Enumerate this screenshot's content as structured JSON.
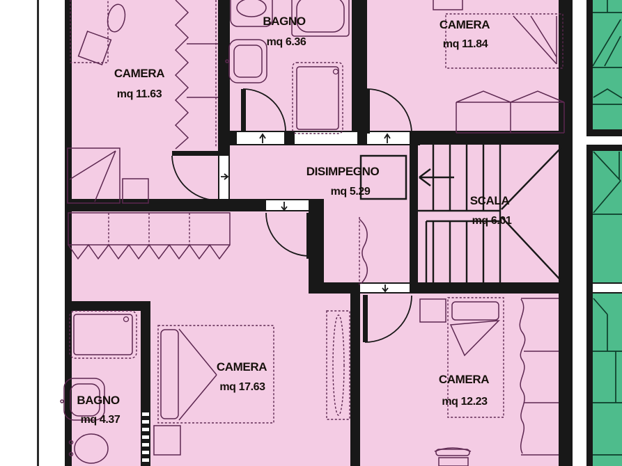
{
  "colors": {
    "unit_fill": "#f4cce4",
    "adjacent_fill": "#4ebc8c",
    "wall": "#181818",
    "furniture_line": "#5c2750",
    "adjacent_line": "#0d3d2a",
    "label_text": "#16100b"
  },
  "rooms": [
    {
      "id": "camera-nw",
      "name": "CAMERA",
      "area": "mq 11.63"
    },
    {
      "id": "bagno-top",
      "name": "BAGNO",
      "area": "mq 6.36"
    },
    {
      "id": "camera-ne",
      "name": "CAMERA",
      "area": "mq 11.84"
    },
    {
      "id": "disimpegno",
      "name": "DISIMPEGNO",
      "area": "mq 5.29"
    },
    {
      "id": "scala",
      "name": "SCALA",
      "area": "mq 6.01"
    },
    {
      "id": "camera-sw",
      "name": "CAMERA",
      "area": "mq 17.63"
    },
    {
      "id": "bagno-bottom",
      "name": "BAGNO",
      "area": "mq 4.37"
    },
    {
      "id": "camera-se",
      "name": "CAMERA",
      "area": "mq 12.23"
    }
  ]
}
